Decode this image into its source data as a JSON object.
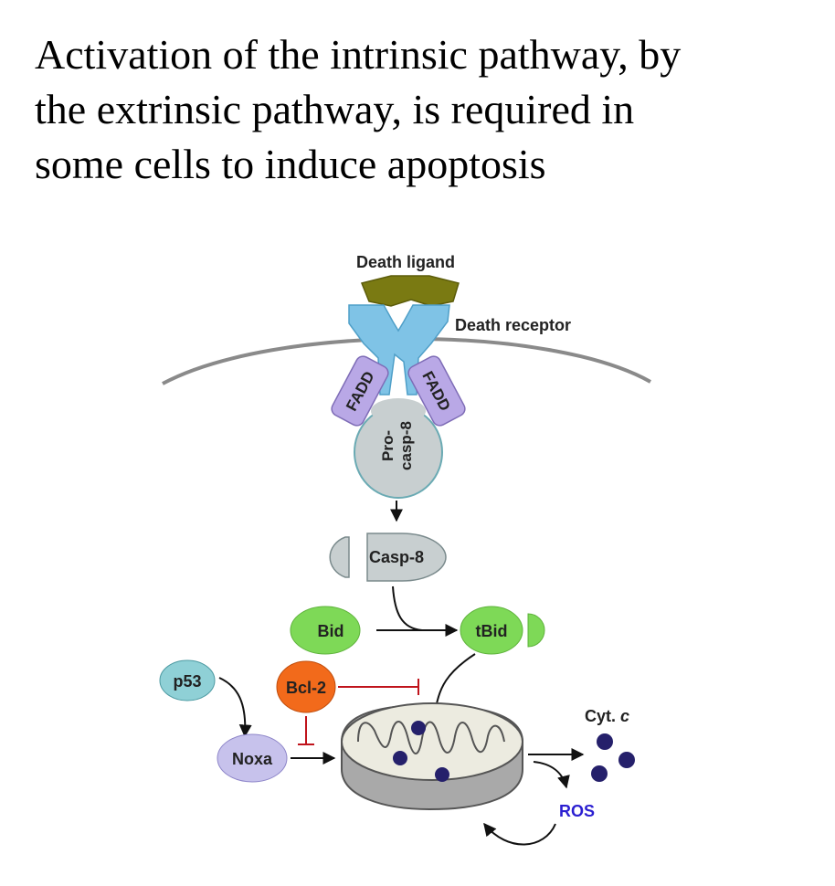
{
  "title_lines": [
    "Activation of the intrinsic pathway, by",
    "the extrinsic pathway,  is required in",
    "some cells to induce apoptosis"
  ],
  "labels": {
    "death_ligand": "Death ligand",
    "death_receptor": "Death receptor",
    "fadd_left": "FADD",
    "fadd_right": "FADD",
    "pro": "Pro-",
    "casp8_pro": "casp-8",
    "casp8": "Casp-8",
    "bid": "Bid",
    "tbid": "tBid",
    "p53": "p53",
    "bcl2": "Bcl-2",
    "noxa": "Noxa",
    "cyt_c": "Cyt. ",
    "cyt_c_italic": "c",
    "ros": "ROS"
  },
  "colors": {
    "ligand": "#7a7a12",
    "receptor": "#7fc3e6",
    "fadd": "#b9a8e6",
    "caspase": "#c8cfd0",
    "bid": "#7ed957",
    "p53": "#8fd0d6",
    "bcl2": "#f26a1b",
    "noxa": "#c7c2ec",
    "mito_fill": "#ecebe0",
    "mito_side": "#a9a9a9",
    "cytc": "#25206b",
    "ros_text": "#2b1fd1",
    "inhibit": "#c0141c",
    "membrane": "#8a8a8a"
  }
}
